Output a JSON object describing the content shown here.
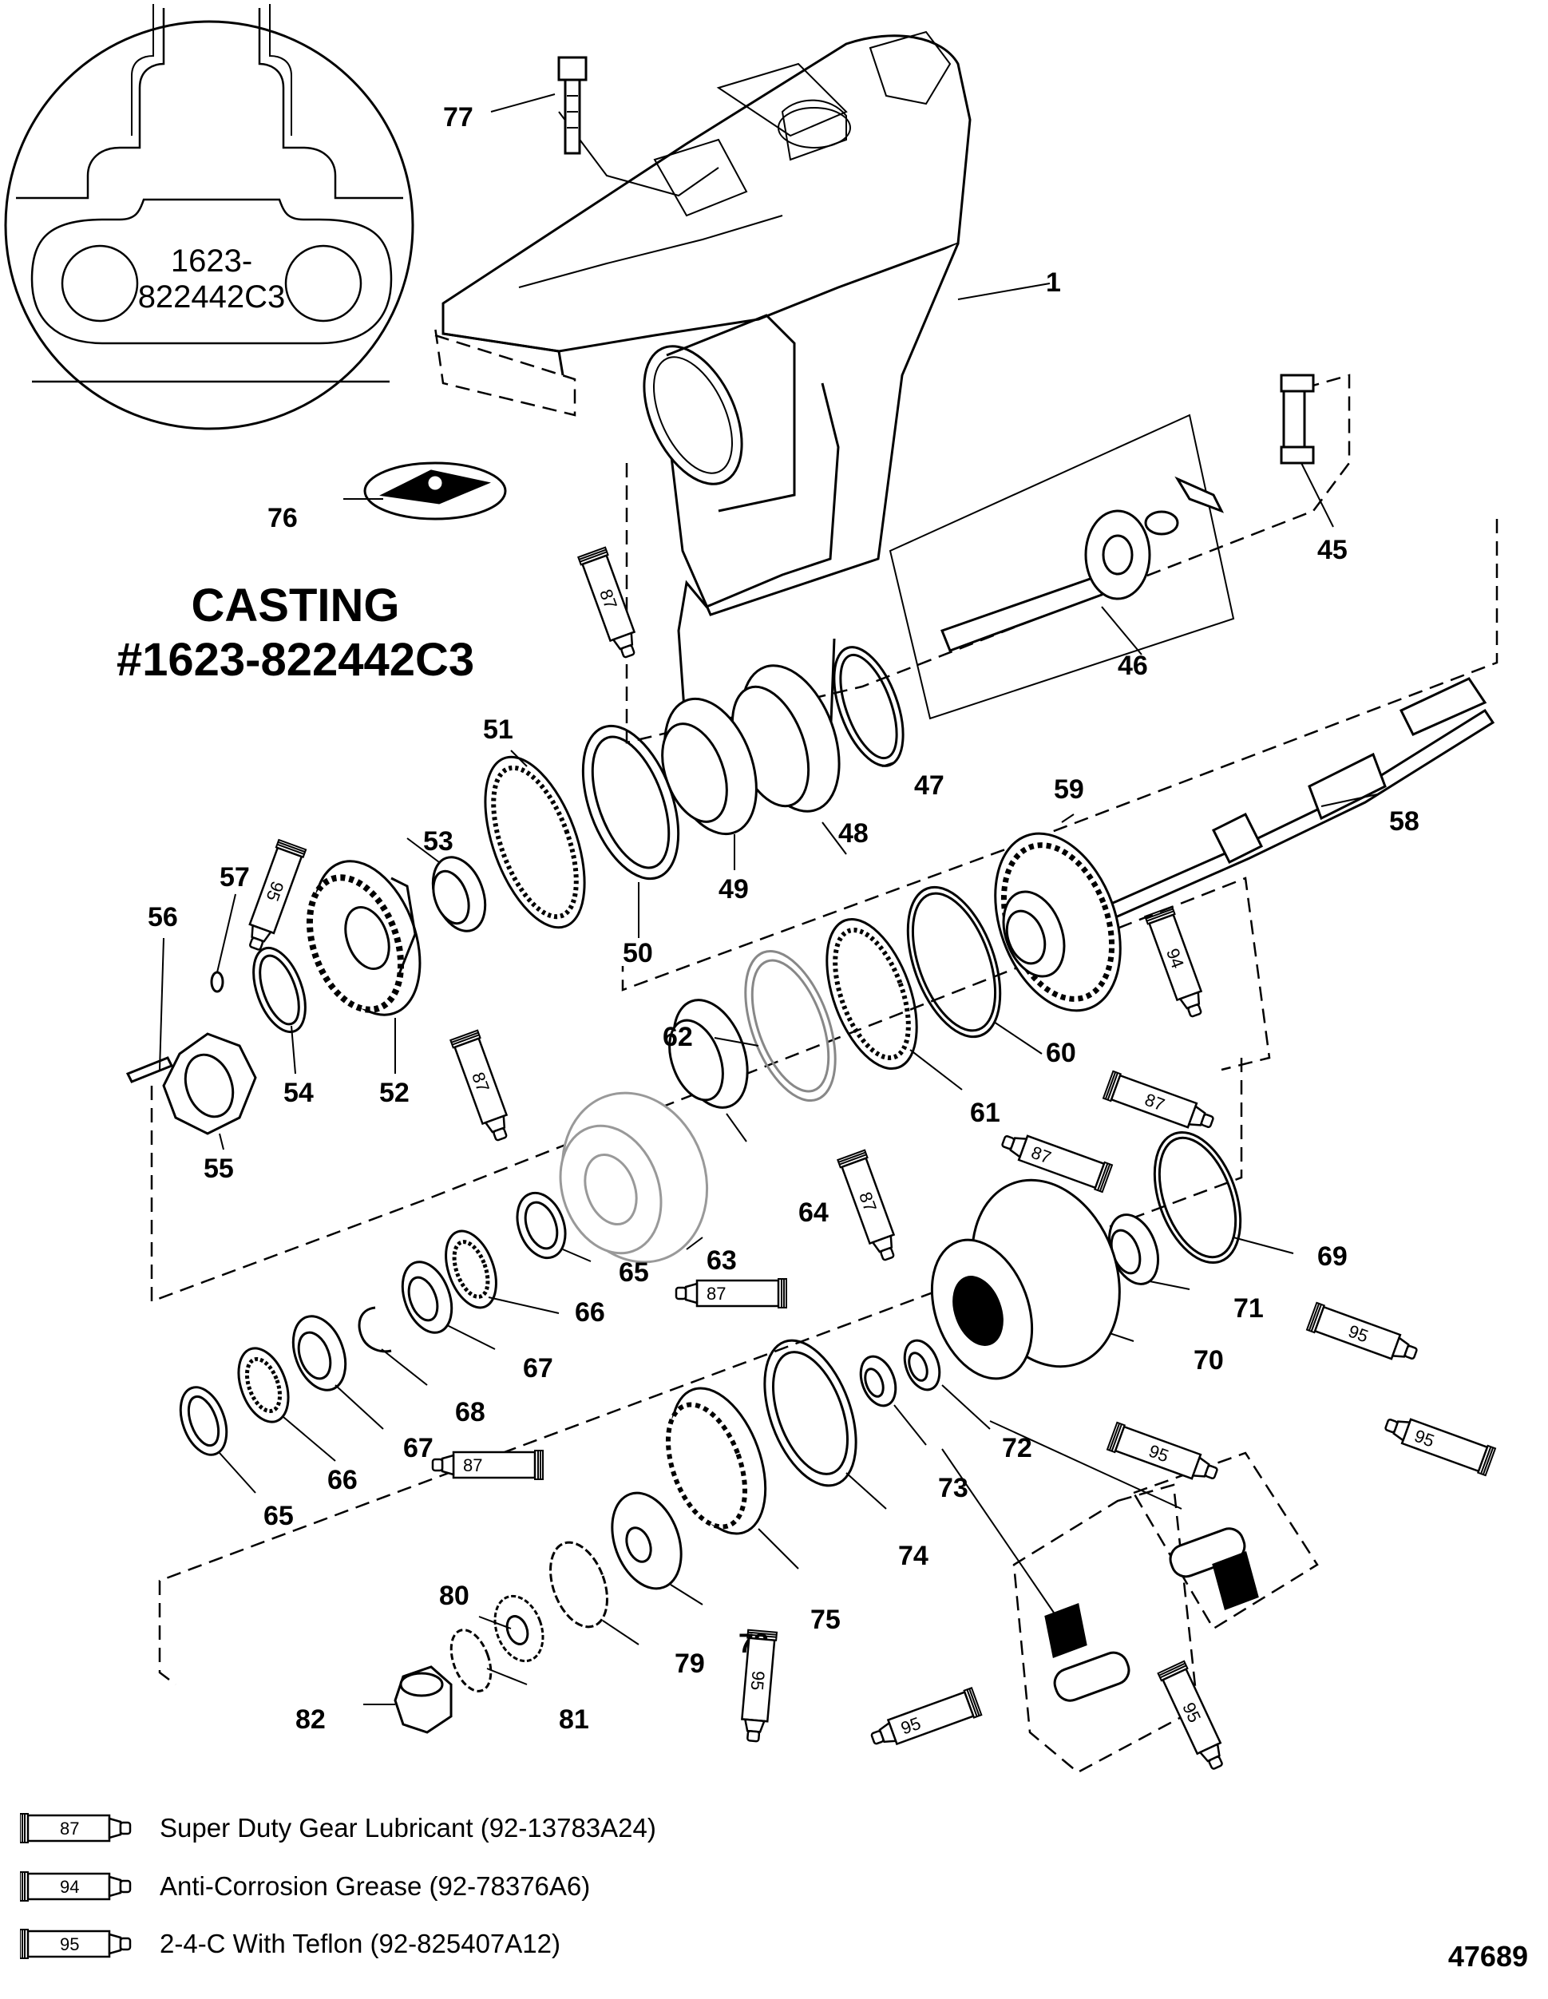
{
  "inset": {
    "label_line1": "1623-",
    "label_line2": "822442C3"
  },
  "casting": {
    "line1": "CASTING",
    "line2": "#1623-822442C3"
  },
  "parts": [
    {
      "id": "p1",
      "label": "1"
    },
    {
      "id": "p45",
      "label": "45"
    },
    {
      "id": "p46",
      "label": "46"
    },
    {
      "id": "p47",
      "label": "47"
    },
    {
      "id": "p48",
      "label": "48"
    },
    {
      "id": "p49",
      "label": "49"
    },
    {
      "id": "p50",
      "label": "50"
    },
    {
      "id": "p51",
      "label": "51"
    },
    {
      "id": "p52",
      "label": "52"
    },
    {
      "id": "p53",
      "label": "53"
    },
    {
      "id": "p54",
      "label": "54"
    },
    {
      "id": "p55",
      "label": "55"
    },
    {
      "id": "p56",
      "label": "56"
    },
    {
      "id": "p57",
      "label": "57"
    },
    {
      "id": "p58",
      "label": "58"
    },
    {
      "id": "p59",
      "label": "59"
    },
    {
      "id": "p60",
      "label": "60"
    },
    {
      "id": "p61",
      "label": "61"
    },
    {
      "id": "p62",
      "label": "62"
    },
    {
      "id": "p63",
      "label": "63"
    },
    {
      "id": "p64",
      "label": "64"
    },
    {
      "id": "p65a",
      "label": "65"
    },
    {
      "id": "p65b",
      "label": "65"
    },
    {
      "id": "p66a",
      "label": "66"
    },
    {
      "id": "p66b",
      "label": "66"
    },
    {
      "id": "p67a",
      "label": "67"
    },
    {
      "id": "p67b",
      "label": "67"
    },
    {
      "id": "p68",
      "label": "68"
    },
    {
      "id": "p69",
      "label": "69"
    },
    {
      "id": "p70",
      "label": "70"
    },
    {
      "id": "p71",
      "label": "71"
    },
    {
      "id": "p72",
      "label": "72"
    },
    {
      "id": "p73",
      "label": "73"
    },
    {
      "id": "p74",
      "label": "74"
    },
    {
      "id": "p75",
      "label": "75"
    },
    {
      "id": "p76",
      "label": "76"
    },
    {
      "id": "p77",
      "label": "77"
    },
    {
      "id": "p78",
      "label": "78"
    },
    {
      "id": "p79",
      "label": "79"
    },
    {
      "id": "p80",
      "label": "80"
    },
    {
      "id": "p81",
      "label": "81"
    },
    {
      "id": "p82",
      "label": "82"
    }
  ],
  "tubes": [
    {
      "id": "t1",
      "label": "87"
    },
    {
      "id": "t2",
      "label": "95"
    },
    {
      "id": "t3",
      "label": "87"
    },
    {
      "id": "t4",
      "label": "94"
    },
    {
      "id": "t5",
      "label": "87"
    },
    {
      "id": "t6",
      "label": "87"
    },
    {
      "id": "t7",
      "label": "87"
    },
    {
      "id": "t8",
      "label": "87"
    },
    {
      "id": "t9",
      "label": "95"
    },
    {
      "id": "t10",
      "label": "87"
    },
    {
      "id": "t11",
      "label": "95"
    },
    {
      "id": "t12",
      "label": "95"
    },
    {
      "id": "t13",
      "label": "95"
    },
    {
      "id": "t14",
      "label": "95"
    },
    {
      "id": "t15",
      "label": "95"
    }
  ],
  "legend": [
    {
      "code": "87",
      "text": "Super Duty Gear Lubricant (92-13783A24)"
    },
    {
      "code": "94",
      "text": "Anti-Corrosion Grease (92-78376A6)"
    },
    {
      "code": "95",
      "text": "2-4-C  With Teflon (92-825407A12)"
    }
  ],
  "diagram_id": "47689"
}
